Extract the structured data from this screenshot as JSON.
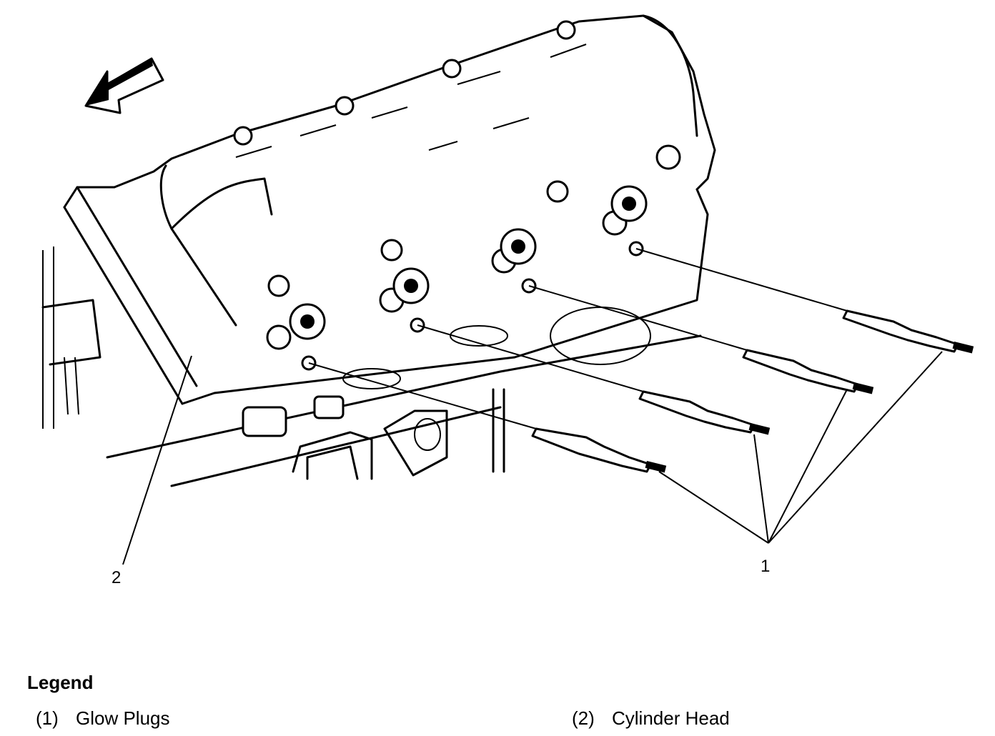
{
  "callouts": {
    "glow_plugs": "1",
    "cylinder_head": "2"
  },
  "legend": {
    "title": "Legend",
    "items": [
      {
        "number": "(1)",
        "label": "Glow Plugs"
      },
      {
        "number": "(2)",
        "label": "Cylinder Head"
      }
    ]
  }
}
